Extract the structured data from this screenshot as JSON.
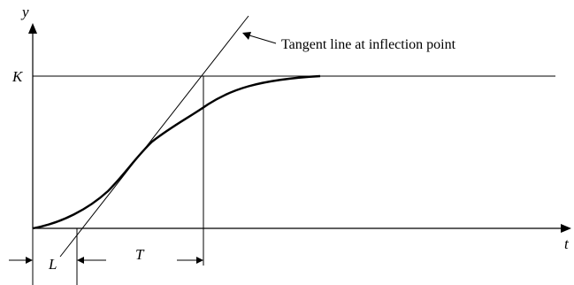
{
  "labels": {
    "y_axis": "y",
    "t_axis": "t",
    "k_level": "K",
    "dead_time": "L",
    "time_constant": "T",
    "tangent_annotation": "Tangent line at inflection point"
  }
}
